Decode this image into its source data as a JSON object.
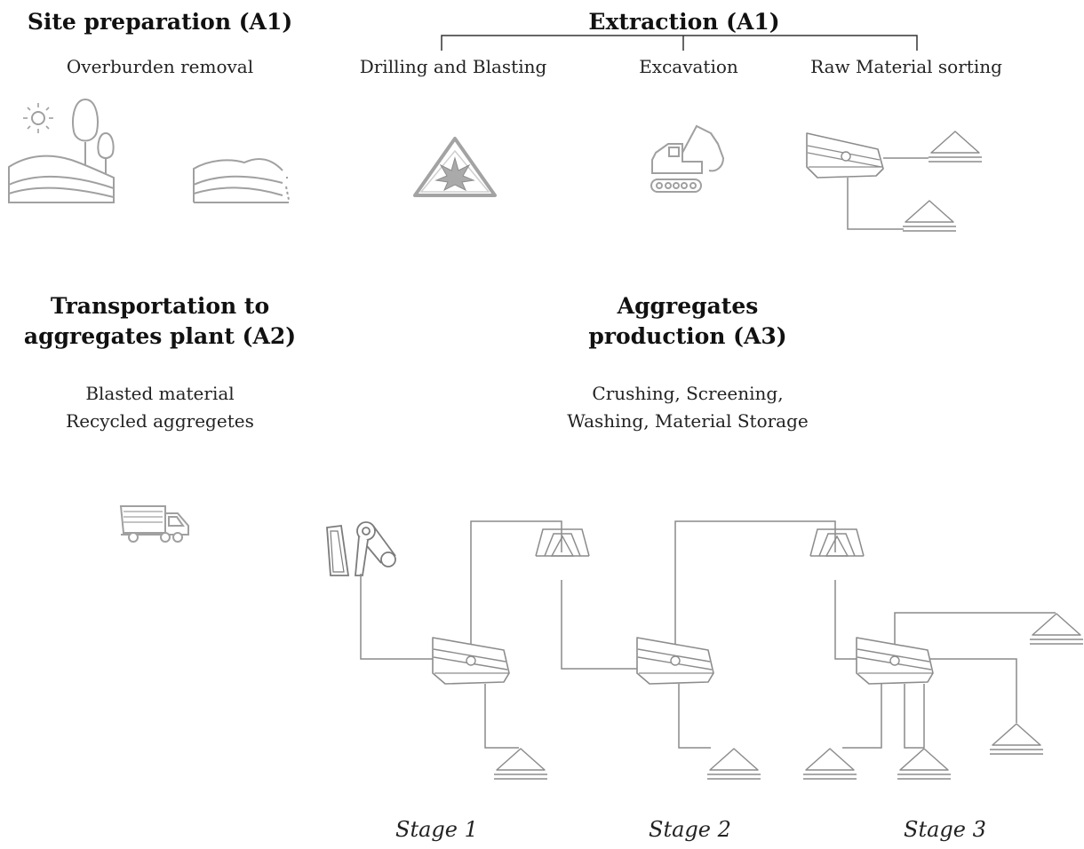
{
  "site": {
    "title": "Site preparation (A1)",
    "sub": "Overburden removal"
  },
  "extraction": {
    "title": "Extraction (A1)",
    "steps": [
      "Drilling and Blasting",
      "Excavation",
      "Raw Material sorting"
    ]
  },
  "transport": {
    "title_l1": "Transportation to",
    "title_l2": "aggregates plant (A2)",
    "sub_l1": "Blasted material",
    "sub_l2": "Recycled aggregetes"
  },
  "production": {
    "title_l1": "Aggregates",
    "title_l2": "production (A3)",
    "sub_l1": "Crushing, Screening,",
    "sub_l2": "Washing, Material Storage"
  },
  "stages": [
    "Stage 1",
    "Stage 2",
    "Stage 3"
  ],
  "colors": {
    "icon": "#9b9b9b",
    "line": "#8a8a8a",
    "text": "#111111"
  },
  "icons": [
    "landscape-icon",
    "overburden-icon",
    "blasting-warning-icon",
    "excavator-icon",
    "screen-icon",
    "stockpile-icon",
    "dump-truck-icon",
    "jaw-crusher-icon",
    "cone-crusher-icon"
  ]
}
